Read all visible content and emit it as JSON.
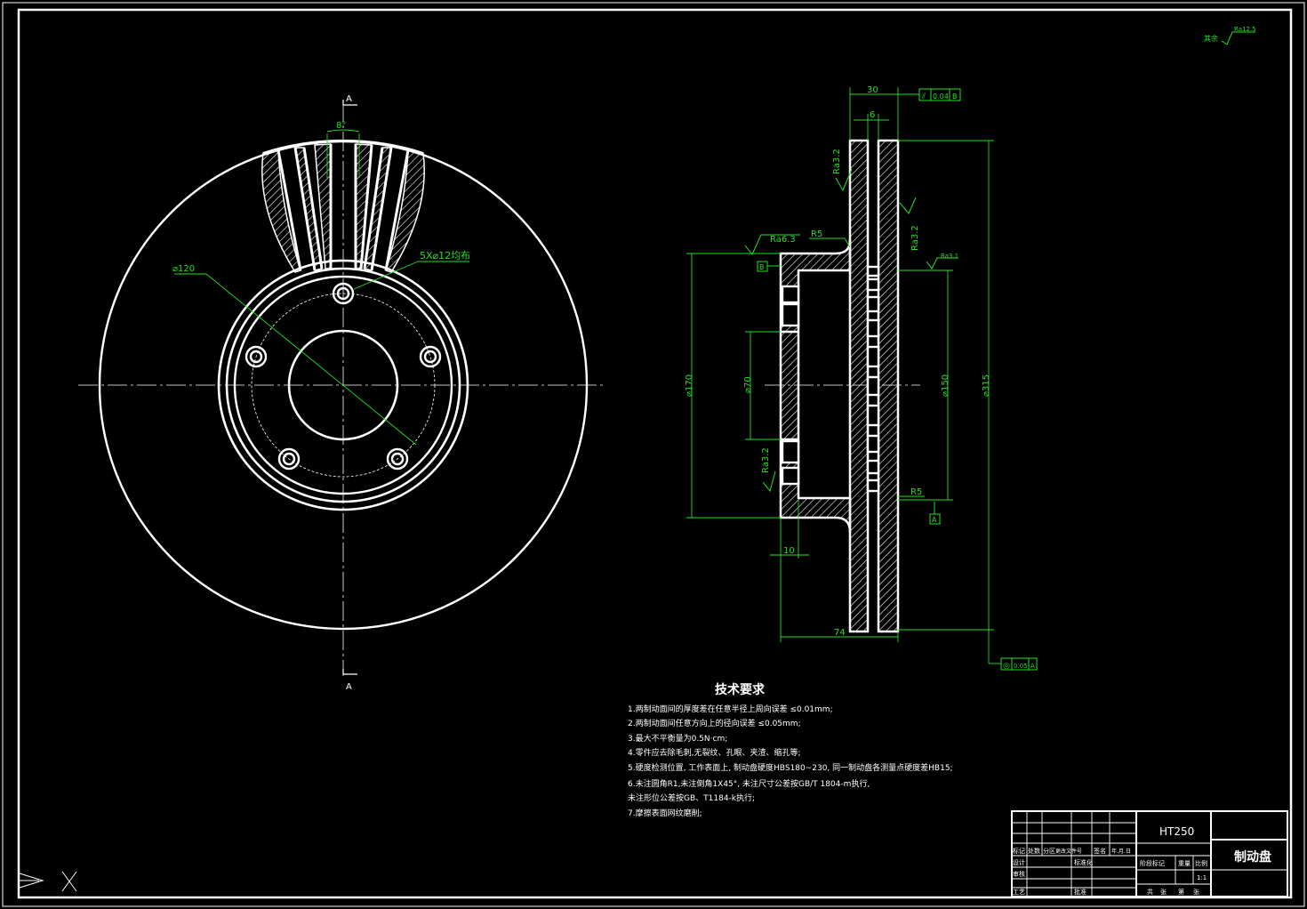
{
  "drawing": {
    "section_labels": {
      "top": "A",
      "bottom": "A"
    },
    "front_view": {
      "angle_dim": "8°",
      "pcd_dim": "⌀120",
      "hole_note": "5X⌀12均布"
    },
    "section_view": {
      "dims": {
        "thickness_total": "30",
        "vane_width": "6",
        "flange": "10",
        "depth": "74",
        "d170": "⌀170",
        "d70": "⌀70",
        "d150": "⌀150",
        "d315": "⌀315"
      },
      "radius_labels": [
        "R5",
        "R5"
      ],
      "roughness": {
        "r1": "Ra3.2",
        "r2": "Ra6.3",
        "r3": "Ra3.2",
        "r4": "Ra3.2",
        "r5": "Ra3.1"
      },
      "datum": [
        "B",
        "A"
      ],
      "tolerance_top": {
        "symbol": "⫽",
        "value": "0.04",
        "datum": "B"
      },
      "tolerance_bottom": {
        "symbol": "◎",
        "value": "0.05",
        "datum": "A"
      }
    },
    "corner_note": {
      "text": "其余",
      "ra": "Ra12.5"
    },
    "tech_req": {
      "title": "技术要求",
      "items": [
        "1.两制动面间的厚度差在任意半径上周向误差 ≤0.01mm;",
        "2.两制动面间任意方向上的径向误差 ≤0.05mm;",
        "3.最大不平衡量为0.5N·cm;",
        "4.零件应去除毛刺,无裂纹、孔眼、夹渣、缩孔等;",
        "5.硬度检测位置, 工作表面上, 制动盘硬度HBS180~230, 同一制动盘各测量点硬度差HB15;",
        "6.未注圆角R1,未注倒角1X45°, 未注尺寸公差按GB/T 1804-m执行,",
        "  未注形位公差按GB、T1184-k执行;",
        "7.摩擦表面网纹磨削;"
      ]
    },
    "title_block": {
      "material": "HT250",
      "part_name": "制动盘",
      "labels": [
        "标记",
        "处数",
        "分区",
        "更改文件号",
        "签名",
        "年.月.日",
        "设计",
        "标准化",
        "审核",
        "工艺",
        "批准",
        "阶段标记",
        "重量",
        "比例",
        "共",
        "张",
        "第",
        "张"
      ],
      "scale": "1:1"
    }
  }
}
